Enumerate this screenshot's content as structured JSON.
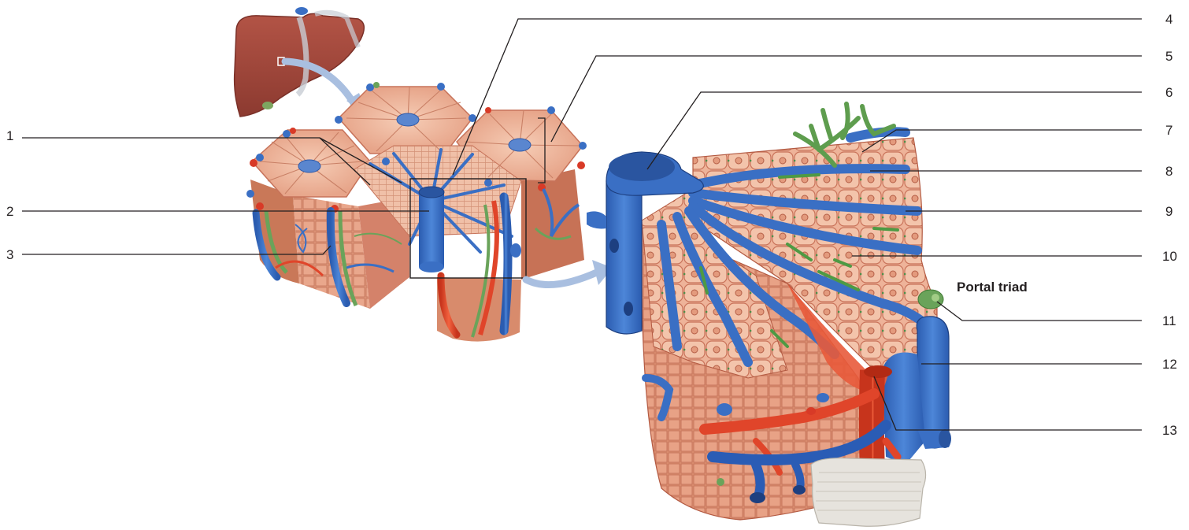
{
  "labels": {
    "n1": "1",
    "n2": "2",
    "n3": "3",
    "n4": "4",
    "n5": "5",
    "n6": "6",
    "n7": "7",
    "n8": "8",
    "n9": "9",
    "n10": "10",
    "n11": "11",
    "n12": "12",
    "n13": "13"
  },
  "portal_triad_title": "Portal triad",
  "colors": {
    "liver": "#a5473a",
    "hepatocyte": "#eeb399",
    "hepatocyte_edge": "#c9735a",
    "vein": "#3a6fc4",
    "vein_dark": "#24509a",
    "artery": "#e0452a",
    "bile": "#6aa35a",
    "tissue": "#d98a6c",
    "leader": "#231f20",
    "capsule": "#e6e3dd"
  }
}
